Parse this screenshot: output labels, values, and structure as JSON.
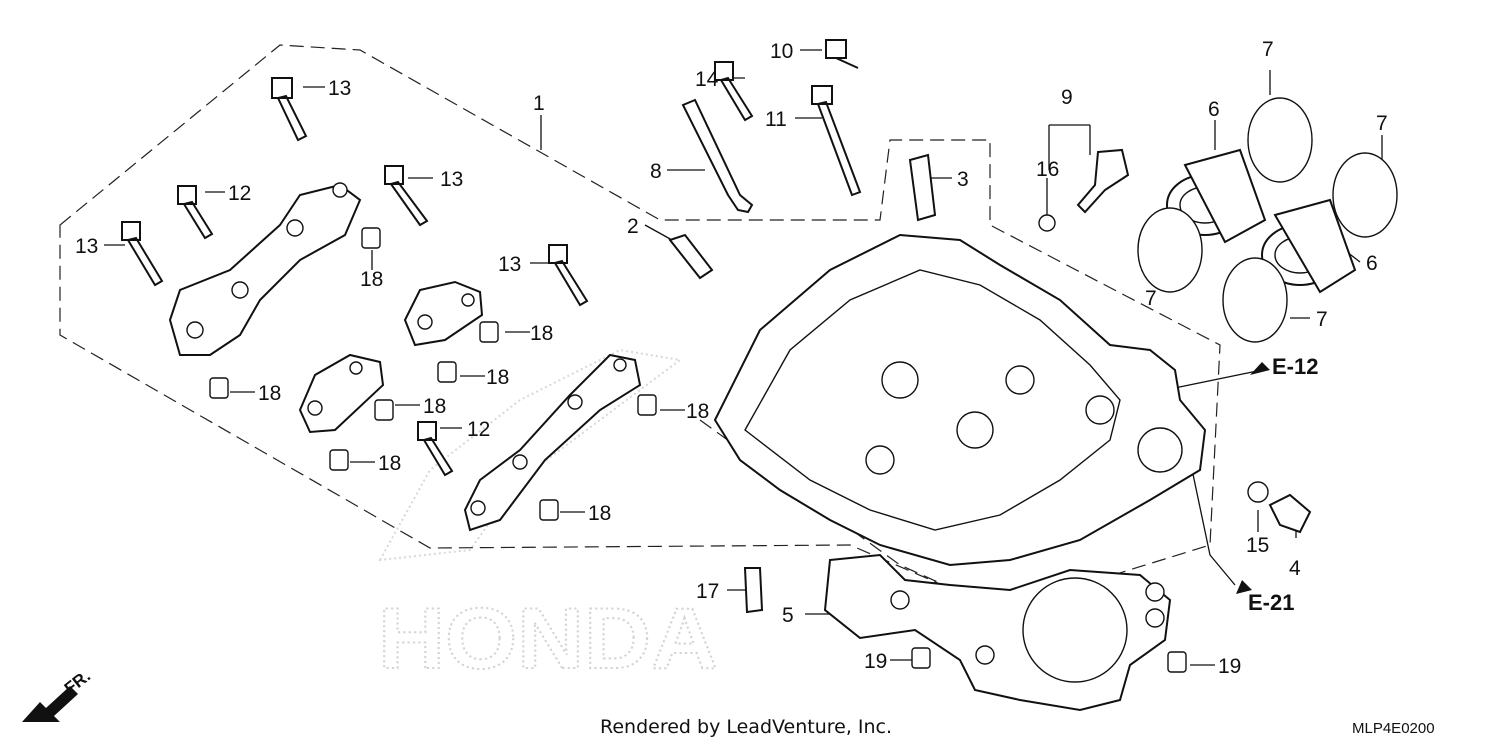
{
  "diagram": {
    "callouts": [
      {
        "id": "c1",
        "text": "1"
      },
      {
        "id": "c2",
        "text": "2"
      },
      {
        "id": "c3",
        "text": "3"
      },
      {
        "id": "c4",
        "text": "4"
      },
      {
        "id": "c5",
        "text": "5"
      },
      {
        "id": "c6a",
        "text": "6"
      },
      {
        "id": "c6b",
        "text": "6"
      },
      {
        "id": "c7a",
        "text": "7"
      },
      {
        "id": "c7b",
        "text": "7"
      },
      {
        "id": "c7c",
        "text": "7"
      },
      {
        "id": "c7d",
        "text": "7"
      },
      {
        "id": "c8",
        "text": "8"
      },
      {
        "id": "c9",
        "text": "9"
      },
      {
        "id": "c10",
        "text": "10"
      },
      {
        "id": "c11",
        "text": "11"
      },
      {
        "id": "c12a",
        "text": "12"
      },
      {
        "id": "c12b",
        "text": "12"
      },
      {
        "id": "c13a",
        "text": "13"
      },
      {
        "id": "c13b",
        "text": "13"
      },
      {
        "id": "c13c",
        "text": "13"
      },
      {
        "id": "c13d",
        "text": "13"
      },
      {
        "id": "c14",
        "text": "14"
      },
      {
        "id": "c15",
        "text": "15"
      },
      {
        "id": "c16",
        "text": "16"
      },
      {
        "id": "c17",
        "text": "17"
      },
      {
        "id": "c18a",
        "text": "18"
      },
      {
        "id": "c18b",
        "text": "18"
      },
      {
        "id": "c18c",
        "text": "18"
      },
      {
        "id": "c18d",
        "text": "18"
      },
      {
        "id": "c18e",
        "text": "18"
      },
      {
        "id": "c18f",
        "text": "18"
      },
      {
        "id": "c18g",
        "text": "18"
      },
      {
        "id": "c18h",
        "text": "18"
      },
      {
        "id": "c19a",
        "text": "19"
      },
      {
        "id": "c19b",
        "text": "19"
      }
    ],
    "references": {
      "e12": "E-12",
      "e21": "E-21"
    },
    "front_label": "FR.",
    "watermark_brand": "HONDA"
  },
  "footer": {
    "credit": "Rendered by LeadVenture, Inc.",
    "code": "MLP4E0200"
  }
}
